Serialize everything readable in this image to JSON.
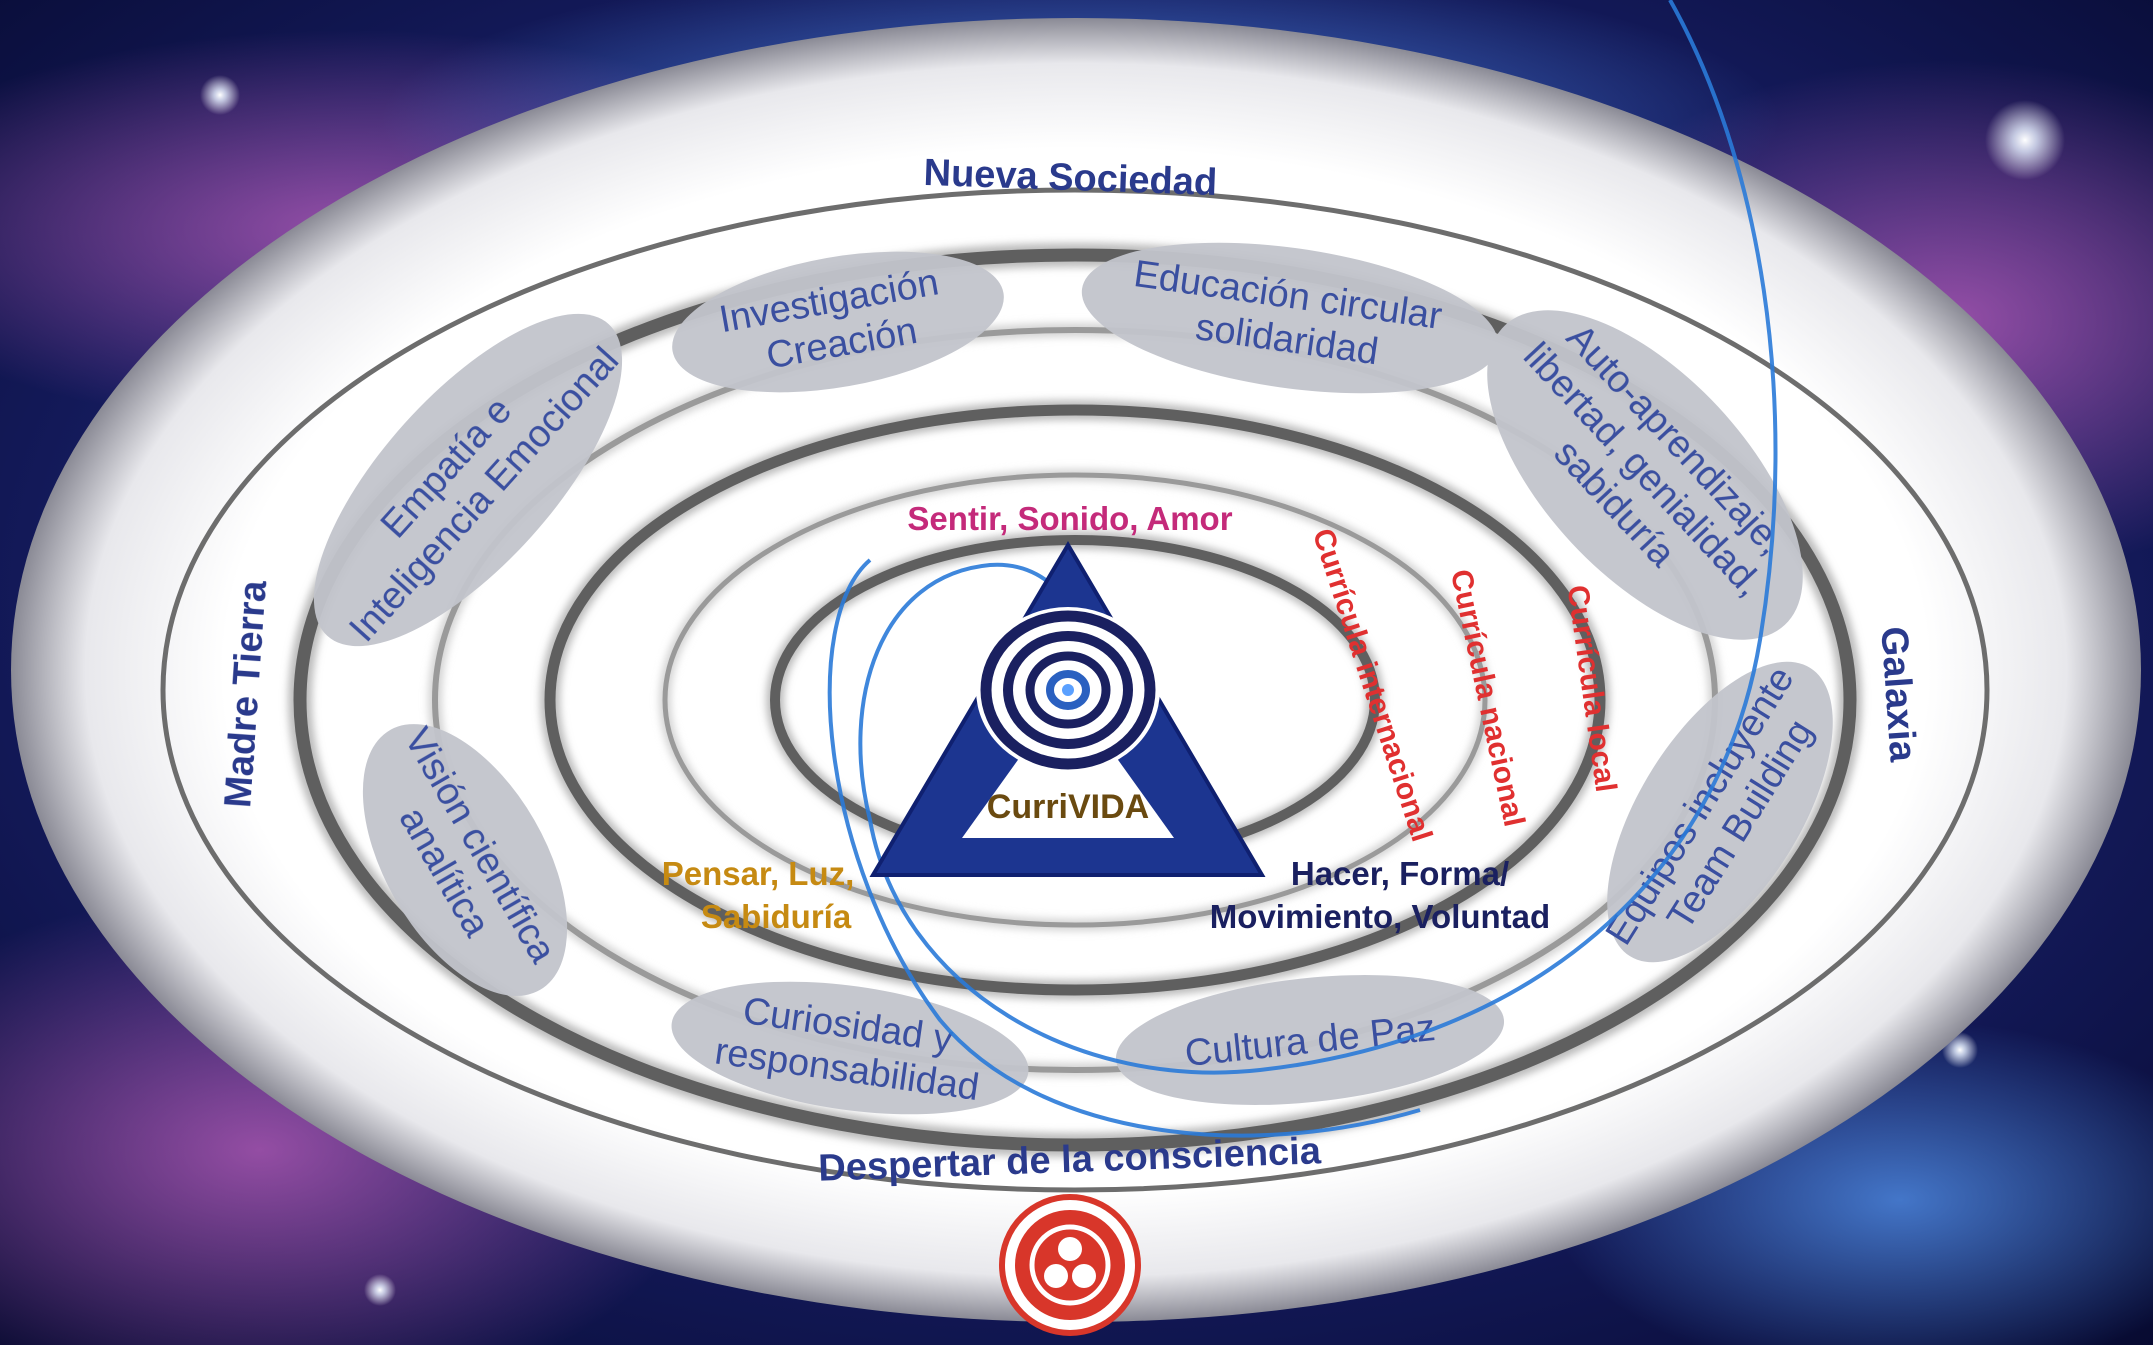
{
  "colors": {
    "space_dark": "#0b1040",
    "title_blue": "#2a3a8c",
    "oval_text": "#3a4fa0",
    "triangle_blue": "#1c3590",
    "sentir_magenta": "#c42a7a",
    "pensar_gold": "#c68a12",
    "hacer_navy": "#1a2060",
    "curricula_red": "#e03030",
    "emblem_red": "#d8362a",
    "spiral_line": "#2a7ad8"
  },
  "labels": {
    "top": "Nueva Sociedad",
    "bottom": "Despertar de la consciencia",
    "left": "Madre Tierra",
    "right": "Galaxia"
  },
  "ovals": {
    "investigacion": [
      "Investigación",
      "Creación"
    ],
    "educacion": [
      "Educación circular",
      "solidaridad"
    ],
    "empatia": [
      "Empatía e",
      "Inteligencia Emocional"
    ],
    "auto": [
      "Auto-aprendizaje,",
      "libertad, genialidad,",
      "sabiduría"
    ],
    "vision": [
      "Visión científica",
      "analítica"
    ],
    "equipos": [
      "Equipos incluyente",
      "Team Building"
    ],
    "curiosidad": [
      "Curiosidad y",
      "responsabilidad"
    ],
    "cultura": [
      "Cultura de Paz"
    ]
  },
  "curricula": {
    "internacional": "Currícula internacional",
    "nacional": "Currícula nacional",
    "local": "Currícula local"
  },
  "triangle": {
    "center": "CurriVIDA",
    "top": "Sentir, Sonido, Amor",
    "left_line1": "Pensar, Luz,",
    "left_line2": "Sabiduría",
    "right_line1": "Hacer, Forma/",
    "right_line2": "Movimiento, Voluntad"
  },
  "icons": {
    "center": "spiral-icon",
    "bottom": "three-circles-emblem-icon"
  }
}
